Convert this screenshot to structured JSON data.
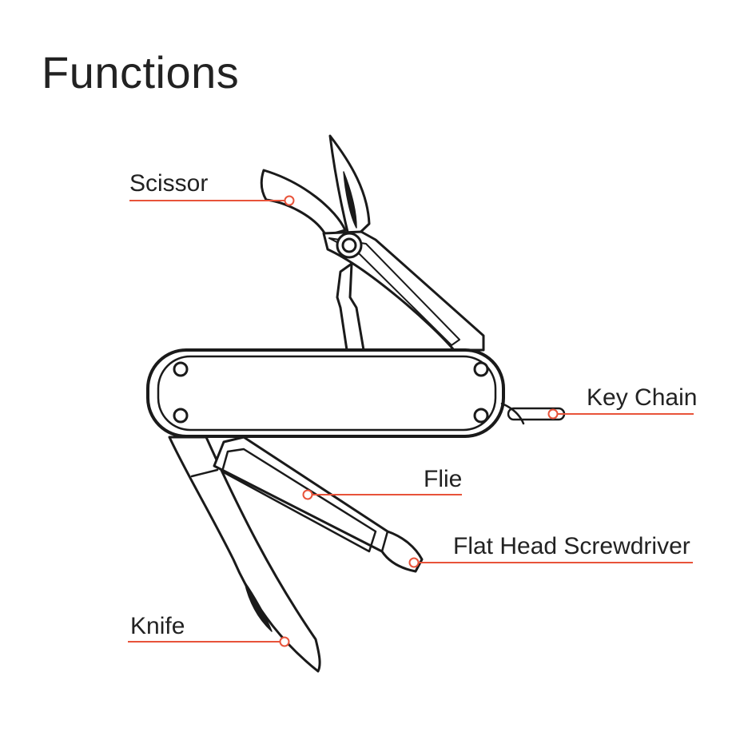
{
  "title": "Functions",
  "colors": {
    "outline": "#1a1a1a",
    "accent": "#e8533a",
    "text": "#222222"
  },
  "labels": {
    "scissor": "Scissor",
    "key_chain": "Key Chain",
    "flie": "Flie",
    "flat_head_screwdriver": "Flat Head Screwdriver",
    "knife": "Knife"
  }
}
